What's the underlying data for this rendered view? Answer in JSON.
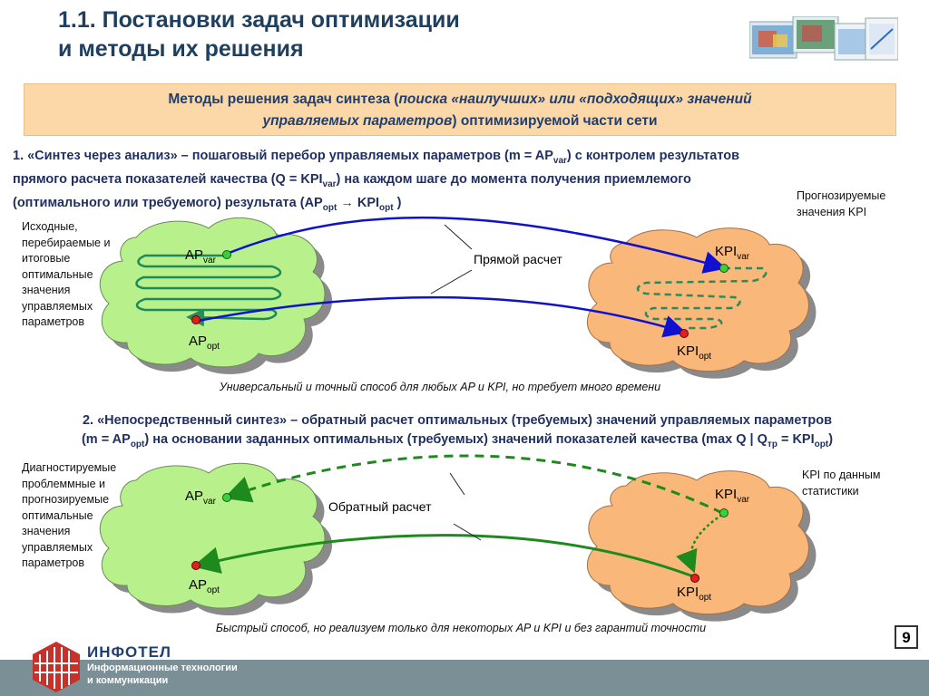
{
  "title": {
    "line1": "1.1. Постановки задач оптимизации",
    "line2": "и методы их решения"
  },
  "banner": {
    "pre": "Методы решения задач синтеза (",
    "italic1": "поиска «наилучших» или «подходящих» значений",
    "italic2": "управляемых параметров",
    "post": ") оптимизируемой части сети"
  },
  "section1": {
    "l1a": "1. «Синтез через анализ» – пошаговый перебор управляемых параметров (m = AP",
    "l1s": "var",
    "l1b": ") с контролем результатов",
    "l2a": "прямого расчета показателей качества (Q = KPI",
    "l2s": "var",
    "l2b": ") на каждом шаге до момента получения приемлемого",
    "l3a": "(оптимального или требуемого) результата (AP",
    "l3s": "opt",
    "l3arrow": "→",
    "l3b": "KPI",
    "l3s2": "opt",
    "l3c": ")"
  },
  "diagram1": {
    "left_note": [
      "Исходные,",
      "перебираемые и",
      "итоговые",
      "оптимальные",
      "значения",
      "управляемых",
      "параметров"
    ],
    "right_note": [
      "Прогнозируемые",
      "значения KPI"
    ],
    "ap_var": "AP",
    "ap_var_sub": "var",
    "ap_opt": "AP",
    "ap_opt_sub": "opt",
    "kpi_var": "KPI",
    "kpi_var_sub": "var",
    "kpi_opt": "KPI",
    "kpi_opt_sub": "opt",
    "callout": "Прямой расчет",
    "caption": "Универсальный и точный способ для любых AP и KPI, но требует много времени"
  },
  "section2": {
    "l1": "2. «Непосредственный синтез» – обратный расчет оптимальных (требуемых) значений управляемых параметров",
    "l2a": "(m = AP",
    "l2s": "opt",
    "l2b": ") на основании заданных оптимальных (требуемых) значений показателей качества (max Q",
    "l2sep": "|",
    "l2c": "Q",
    "l2s2": "тр",
    "l2d": " = KPI",
    "l2s3": "opt",
    "l2e": ")"
  },
  "diagram2": {
    "left_note": [
      "Диагностируемые",
      "проблеммные и",
      "прогнозируемые",
      "оптимальные",
      "значения",
      "управляемых",
      "параметров"
    ],
    "right_note": [
      "KPI по данным",
      "статистики"
    ],
    "ap_var": "AP",
    "ap_var_sub": "var",
    "ap_opt": "AP",
    "ap_opt_sub": "opt",
    "kpi_var": "KPI",
    "kpi_var_sub": "var",
    "kpi_opt": "KPI",
    "kpi_opt_sub": "opt",
    "callout": "Обратный расчет",
    "caption": "Быстрый способ, но реализуем только для некоторых AP и KPI и без гарантий точности"
  },
  "page_number": "9",
  "footer": {
    "company": "ИНФОТЕЛ",
    "sub1": "Информационные технологии",
    "sub2": "и коммуникации"
  },
  "colors": {
    "green_cloud": "#b8f08c",
    "orange_cloud": "#f9b77a",
    "blue_arrow": "#1010d0",
    "green_arrow": "#1e8a1e",
    "dashed_green": "#2a8a5a",
    "banner_bg": "#fcd7a8",
    "footer_bg": "#7a8f96"
  }
}
